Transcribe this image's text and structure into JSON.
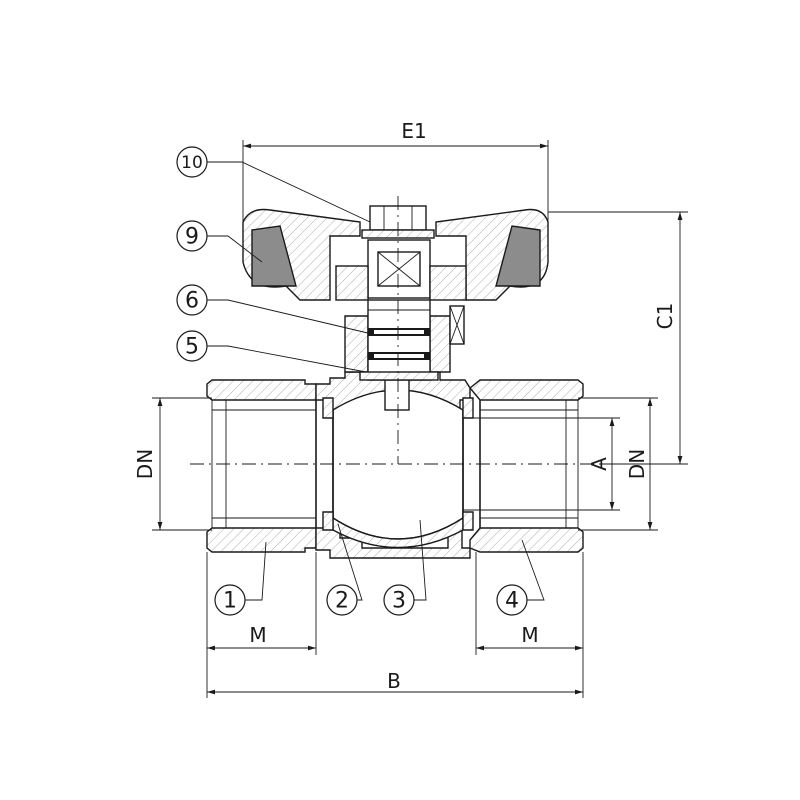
{
  "dimensions": {
    "e1": "E1",
    "c1": "C1",
    "dn_left": "DN",
    "dn_right": "DN",
    "a": "A",
    "m_left": "M",
    "m_right": "M",
    "b": "B"
  },
  "callouts": [
    {
      "id": "part-1",
      "label": "1"
    },
    {
      "id": "part-2",
      "label": "2"
    },
    {
      "id": "part-3",
      "label": "3"
    },
    {
      "id": "part-4",
      "label": "4"
    },
    {
      "id": "part-5",
      "label": "5"
    },
    {
      "id": "part-6",
      "label": "6"
    },
    {
      "id": "part-9",
      "label": "9"
    },
    {
      "id": "part-10",
      "label": "10"
    }
  ],
  "colors": {
    "line": "#1a1a1a",
    "handle": "#8c8c8c",
    "background": "#ffffff"
  }
}
